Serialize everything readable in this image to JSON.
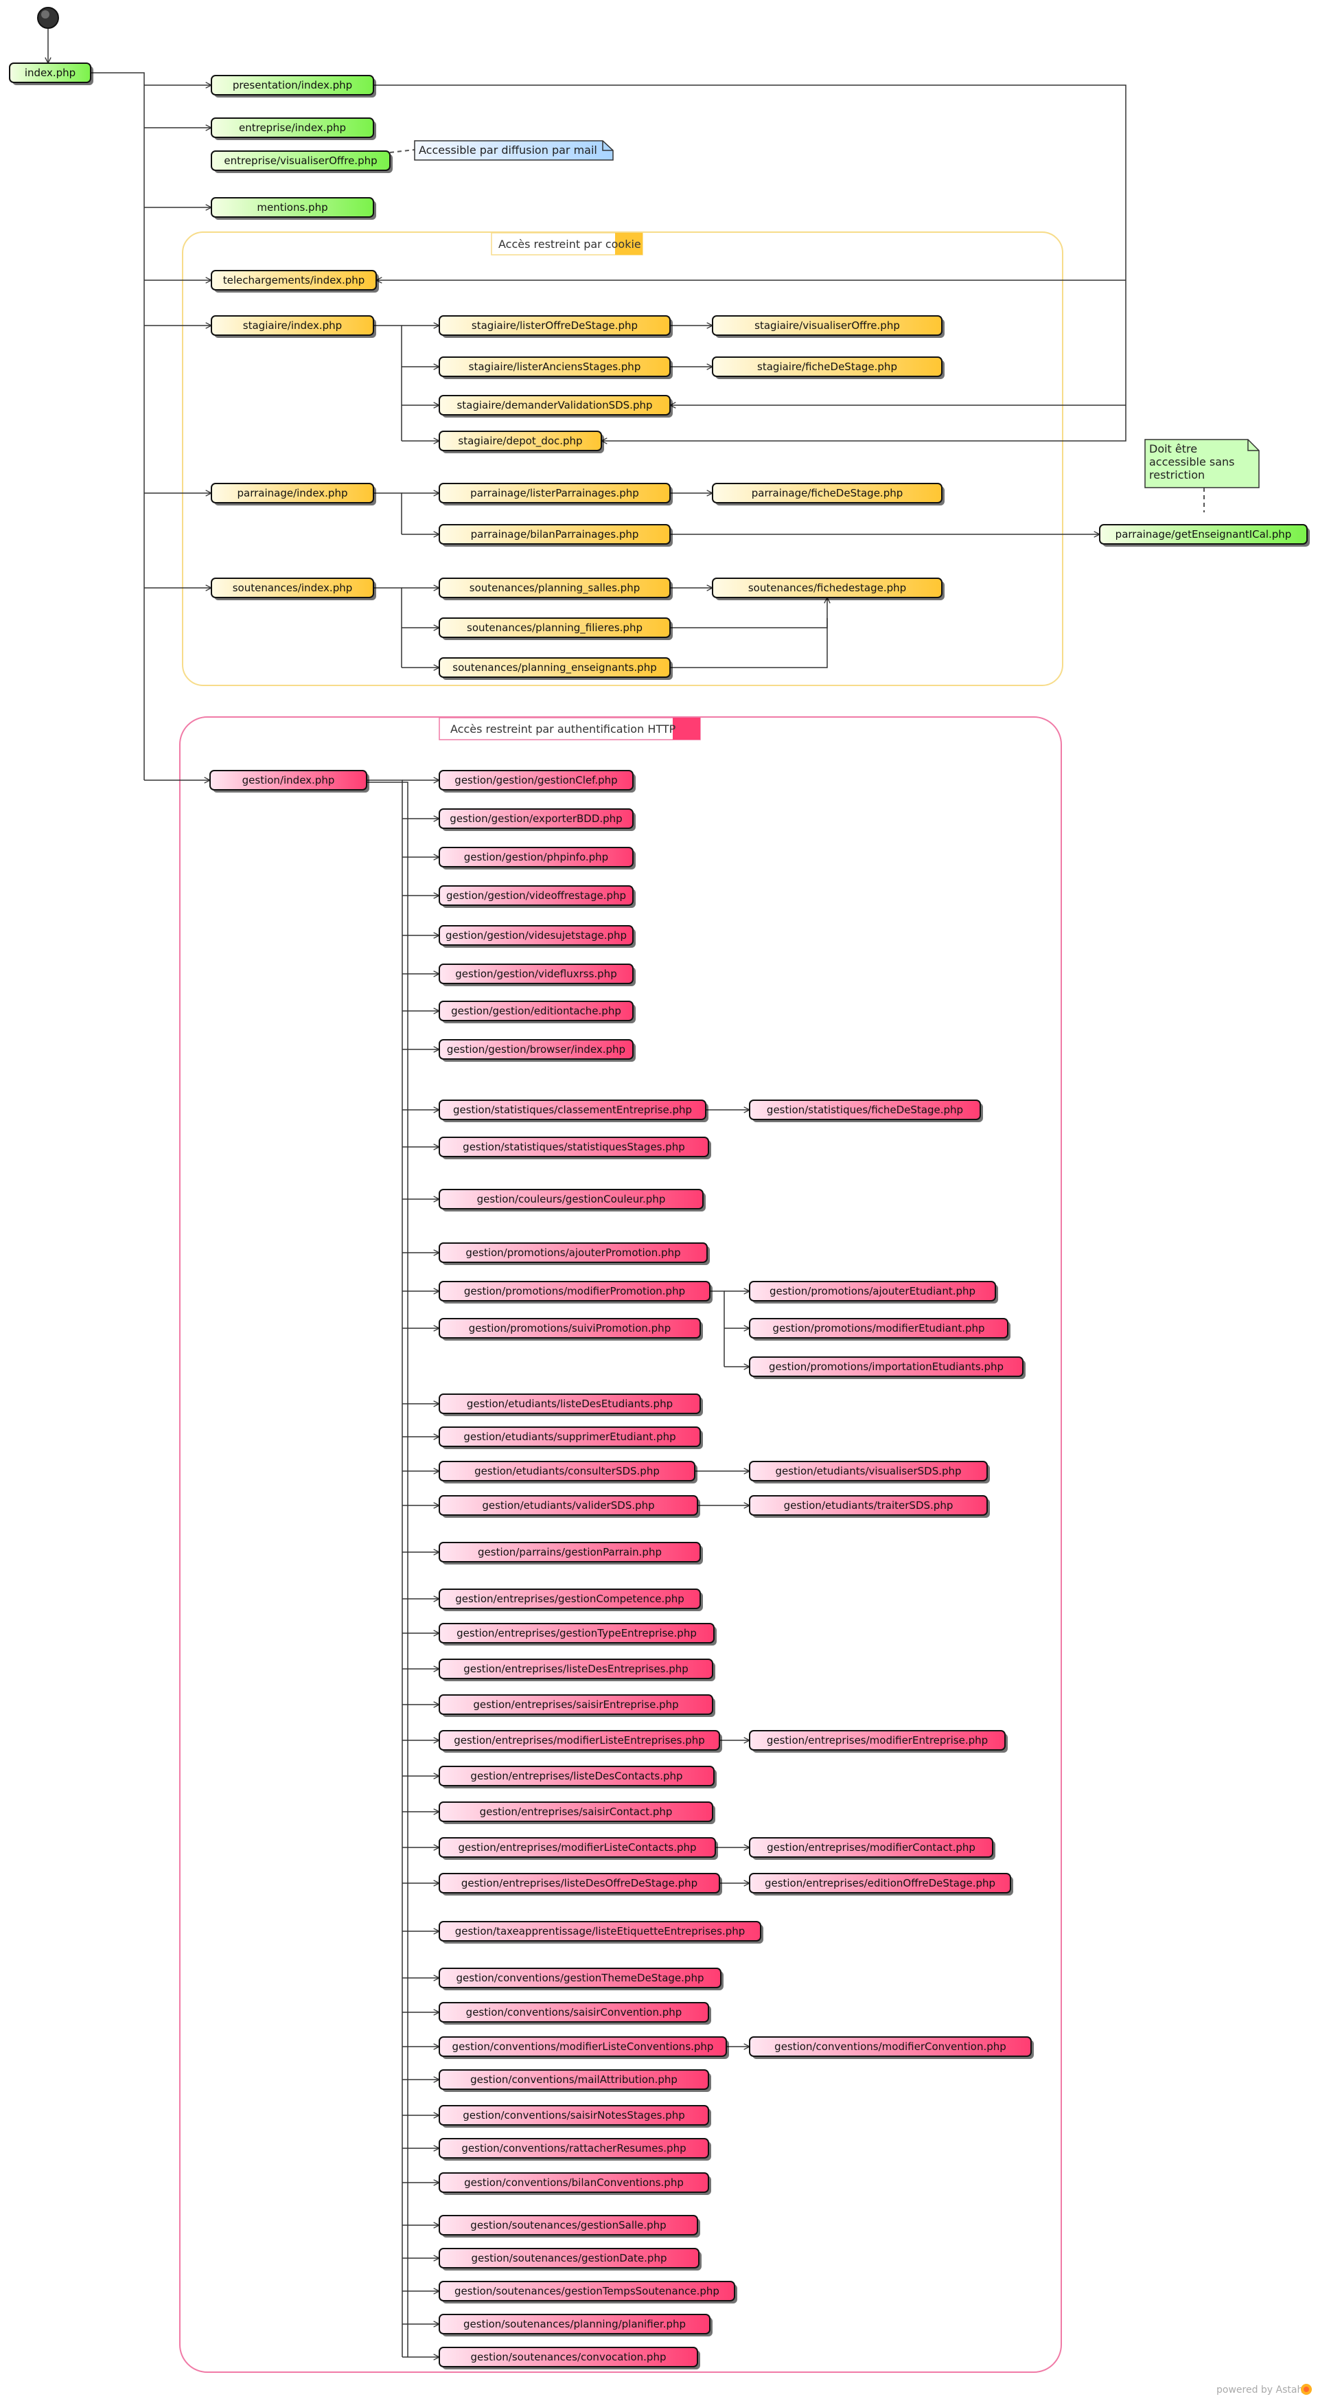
{
  "colors": {
    "green_start": "#f4ffe4",
    "green_end": "#7bf24a",
    "yellow_start": "#fffbe6",
    "yellow_end": "#ffc633",
    "pink_start": "#ffe6f1",
    "pink_end": "#ff3d72",
    "cookie_border": "#f7dc8a",
    "http_border": "#f07aa6",
    "note_green": "#ccffbb",
    "note_blue_start": "#f4f8ff",
    "note_blue_end": "#a9d4ff"
  },
  "frames": [
    {
      "id": "cookie",
      "label": "Accès restreint par cookie",
      "color": "yellow"
    },
    {
      "id": "http",
      "label": "Accès restreint par authentification HTTP",
      "color": "pink"
    }
  ],
  "notes": {
    "mail": "Accessible par diffusion par mail",
    "ical": [
      "Doit être",
      "accessible sans",
      "restriction"
    ]
  },
  "watermark": "powered by Astah",
  "nodes": [
    {
      "id": "n0",
      "label": "index.php",
      "color": "green"
    },
    {
      "id": "n1",
      "label": "presentation/index.php",
      "color": "green"
    },
    {
      "id": "n2",
      "label": "entreprise/index.php",
      "color": "green"
    },
    {
      "id": "n3",
      "label": "entreprise/visualiserOffre.php",
      "color": "green"
    },
    {
      "id": "n4",
      "label": "mentions.php",
      "color": "green"
    },
    {
      "id": "n5",
      "label": "telechargements/index.php",
      "color": "yellow"
    },
    {
      "id": "n6",
      "label": "stagiaire/index.php",
      "color": "yellow"
    },
    {
      "id": "n7",
      "label": "stagiaire/listerOffreDeStage.php",
      "color": "yellow"
    },
    {
      "id": "n8",
      "label": "stagiaire/visualiserOffre.php",
      "color": "yellow"
    },
    {
      "id": "n9",
      "label": "stagiaire/listerAnciensStages.php",
      "color": "yellow"
    },
    {
      "id": "n10",
      "label": "stagiaire/ficheDeStage.php",
      "color": "yellow"
    },
    {
      "id": "n11",
      "label": "stagiaire/demanderValidationSDS.php",
      "color": "yellow"
    },
    {
      "id": "n12",
      "label": "stagiaire/depot_doc.php",
      "color": "yellow"
    },
    {
      "id": "n13",
      "label": "parrainage/index.php",
      "color": "yellow"
    },
    {
      "id": "n14",
      "label": "parrainage/listerParrainages.php",
      "color": "yellow"
    },
    {
      "id": "n15",
      "label": "parrainage/ficheDeStage.php",
      "color": "yellow"
    },
    {
      "id": "n16",
      "label": "parrainage/bilanParrainages.php",
      "color": "yellow"
    },
    {
      "id": "n17",
      "label": "parrainage/getEnseignantICal.php",
      "color": "green"
    },
    {
      "id": "n18",
      "label": "soutenances/index.php",
      "color": "yellow"
    },
    {
      "id": "n19",
      "label": "soutenances/planning_salles.php",
      "color": "yellow"
    },
    {
      "id": "n20",
      "label": "soutenances/fichedestage.php",
      "color": "yellow"
    },
    {
      "id": "n21",
      "label": "soutenances/planning_filieres.php",
      "color": "yellow"
    },
    {
      "id": "n22",
      "label": "soutenances/planning_enseignants.php",
      "color": "yellow"
    },
    {
      "id": "n23",
      "label": "gestion/index.php",
      "color": "pink"
    },
    {
      "id": "n24",
      "label": "gestion/gestion/gestionClef.php",
      "color": "pink"
    },
    {
      "id": "n25",
      "label": "gestion/gestion/exporterBDD.php",
      "color": "pink"
    },
    {
      "id": "n26",
      "label": "gestion/gestion/phpinfo.php",
      "color": "pink"
    },
    {
      "id": "n27",
      "label": "gestion/gestion/videoffrestage.php",
      "color": "pink"
    },
    {
      "id": "n28",
      "label": "gestion/gestion/videsujetstage.php",
      "color": "pink"
    },
    {
      "id": "n29",
      "label": "gestion/gestion/videfluxrss.php",
      "color": "pink"
    },
    {
      "id": "n30",
      "label": "gestion/gestion/editiontache.php",
      "color": "pink"
    },
    {
      "id": "n31",
      "label": "gestion/gestion/browser/index.php",
      "color": "pink"
    },
    {
      "id": "n32",
      "label": "gestion/statistiques/classementEntreprise.php",
      "color": "pink"
    },
    {
      "id": "n33",
      "label": "gestion/statistiques/ficheDeStage.php",
      "color": "pink"
    },
    {
      "id": "n34",
      "label": "gestion/statistiques/statistiquesStages.php",
      "color": "pink"
    },
    {
      "id": "n35",
      "label": "gestion/couleurs/gestionCouleur.php",
      "color": "pink"
    },
    {
      "id": "n36",
      "label": "gestion/promotions/ajouterPromotion.php",
      "color": "pink"
    },
    {
      "id": "n37",
      "label": "gestion/promotions/modifierPromotion.php",
      "color": "pink"
    },
    {
      "id": "n38",
      "label": "gestion/promotions/ajouterEtudiant.php",
      "color": "pink"
    },
    {
      "id": "n39",
      "label": "gestion/promotions/suiviPromotion.php",
      "color": "pink"
    },
    {
      "id": "n40",
      "label": "gestion/promotions/modifierEtudiant.php",
      "color": "pink"
    },
    {
      "id": "n41",
      "label": "gestion/promotions/importationEtudiants.php",
      "color": "pink"
    },
    {
      "id": "n42",
      "label": "gestion/etudiants/listeDesEtudiants.php",
      "color": "pink"
    },
    {
      "id": "n43",
      "label": "gestion/etudiants/supprimerEtudiant.php",
      "color": "pink"
    },
    {
      "id": "n44",
      "label": "gestion/etudiants/consulterSDS.php",
      "color": "pink"
    },
    {
      "id": "n45",
      "label": "gestion/etudiants/visualiserSDS.php",
      "color": "pink"
    },
    {
      "id": "n46",
      "label": "gestion/etudiants/validerSDS.php",
      "color": "pink"
    },
    {
      "id": "n47",
      "label": "gestion/etudiants/traiterSDS.php",
      "color": "pink"
    },
    {
      "id": "n48",
      "label": "gestion/parrains/gestionParrain.php",
      "color": "pink"
    },
    {
      "id": "n49",
      "label": "gestion/entreprises/gestionCompetence.php",
      "color": "pink"
    },
    {
      "id": "n50",
      "label": "gestion/entreprises/gestionTypeEntreprise.php",
      "color": "pink"
    },
    {
      "id": "n51",
      "label": "gestion/entreprises/listeDesEntreprises.php",
      "color": "pink"
    },
    {
      "id": "n52",
      "label": "gestion/entreprises/saisirEntreprise.php",
      "color": "pink"
    },
    {
      "id": "n53",
      "label": "gestion/entreprises/modifierListeEntreprises.php",
      "color": "pink"
    },
    {
      "id": "n54",
      "label": "gestion/entreprises/modifierEntreprise.php",
      "color": "pink"
    },
    {
      "id": "n55",
      "label": "gestion/entreprises/listeDesContacts.php",
      "color": "pink"
    },
    {
      "id": "n56",
      "label": "gestion/entreprises/saisirContact.php",
      "color": "pink"
    },
    {
      "id": "n57",
      "label": "gestion/entreprises/modifierListeContacts.php",
      "color": "pink"
    },
    {
      "id": "n58",
      "label": "gestion/entreprises/modifierContact.php",
      "color": "pink"
    },
    {
      "id": "n59",
      "label": "gestion/entreprises/listeDesOffreDeStage.php",
      "color": "pink"
    },
    {
      "id": "n60",
      "label": "gestion/entreprises/editionOffreDeStage.php",
      "color": "pink"
    },
    {
      "id": "n61",
      "label": "gestion/taxeapprentissage/listeEtiquetteEntreprises.php",
      "color": "pink"
    },
    {
      "id": "n62",
      "label": "gestion/conventions/gestionThemeDeStage.php",
      "color": "pink"
    },
    {
      "id": "n63",
      "label": "gestion/conventions/saisirConvention.php",
      "color": "pink"
    },
    {
      "id": "n64",
      "label": "gestion/conventions/modifierListeConventions.php",
      "color": "pink"
    },
    {
      "id": "n65",
      "label": "gestion/conventions/modifierConvention.php",
      "color": "pink"
    },
    {
      "id": "n66",
      "label": "gestion/conventions/mailAttribution.php",
      "color": "pink"
    },
    {
      "id": "n67",
      "label": "gestion/conventions/saisirNotesStages.php",
      "color": "pink"
    },
    {
      "id": "n68",
      "label": "gestion/conventions/rattacherResumes.php",
      "color": "pink"
    },
    {
      "id": "n69",
      "label": "gestion/conventions/bilanConventions.php",
      "color": "pink"
    },
    {
      "id": "n70",
      "label": "gestion/soutenances/gestionSalle.php",
      "color": "pink"
    },
    {
      "id": "n71",
      "label": "gestion/soutenances/gestionDate.php",
      "color": "pink"
    },
    {
      "id": "n72",
      "label": "gestion/soutenances/gestionTempsSoutenance.php",
      "color": "pink"
    },
    {
      "id": "n73",
      "label": "gestion/soutenances/planning/planifier.php",
      "color": "pink"
    },
    {
      "id": "n74",
      "label": "gestion/soutenances/convocation.php",
      "color": "pink"
    }
  ]
}
